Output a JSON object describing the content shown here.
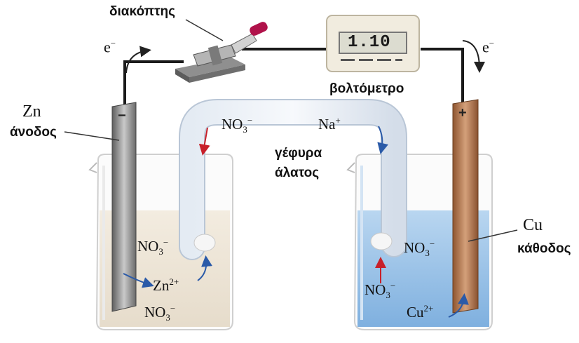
{
  "labels": {
    "switch": "διακόπτης",
    "voltmeter": "βολτόμετρο",
    "salt_bridge_line1": "γέφυρα",
    "salt_bridge_line2": "άλατος",
    "anode_metal": "Zn",
    "anode_name": "άνοδος",
    "cathode_metal": "Cu",
    "cathode_name": "κάθοδος",
    "electron_left": "e",
    "electron_right": "e",
    "electron_charge": "−"
  },
  "meter": {
    "reading": "1.10"
  },
  "electrode_signs": {
    "anode": "−",
    "cathode": "+"
  },
  "ions": {
    "nitrate_base": "NO",
    "nitrate_sub": "3",
    "nitrate_sup": "−",
    "sodium_base": "Na",
    "sodium_sup": "+",
    "zinc_base": "Zn",
    "zinc_sup": "2+",
    "copper_base": "Cu",
    "copper_sup": "2+"
  },
  "colors": {
    "wire": "#1a1a1a",
    "left_solution": "#efe6d8",
    "right_solution": "#9cc4e8",
    "zinc": "#8c8c8c",
    "copper": "#b87a4e",
    "arrow_blue": "#2a5aa8",
    "arrow_red": "#c8202a",
    "switch_handle": "#b0124a"
  }
}
